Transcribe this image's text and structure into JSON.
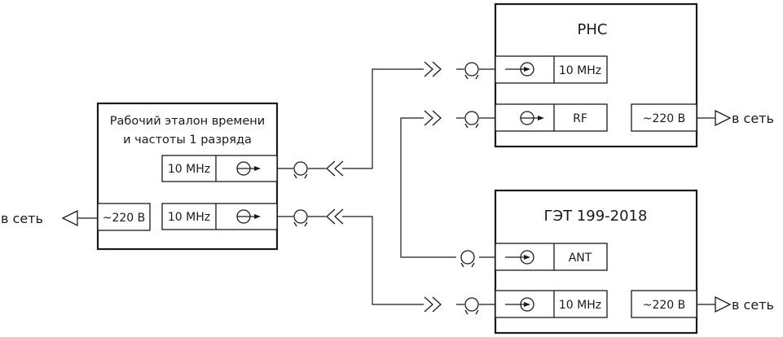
{
  "devices": {
    "working_standard": {
      "title_line1": "Рабочий эталон времени",
      "title_line2": "и частоты 1 разряда",
      "port_a": "10 MHz",
      "port_b": "10 MHz",
      "power": "~220 В"
    },
    "rns": {
      "title": "PHC",
      "port_a": "10 MHz",
      "port_b": "RF",
      "power": "~220 В"
    },
    "get": {
      "title": "ГЭТ 199-2018",
      "port_a": "ANT",
      "port_b": "10 MHz",
      "power": "~220 В"
    }
  },
  "mains": {
    "left": "в сеть",
    "rns": "в сеть",
    "get": "в сеть"
  },
  "colors": {
    "line": "#1a1a1a",
    "background": "#ffffff"
  },
  "icons": [
    "coax-connector-icon",
    "plug-arrow-icon",
    "port-arrow-icon",
    "mains-arrow-icon"
  ]
}
